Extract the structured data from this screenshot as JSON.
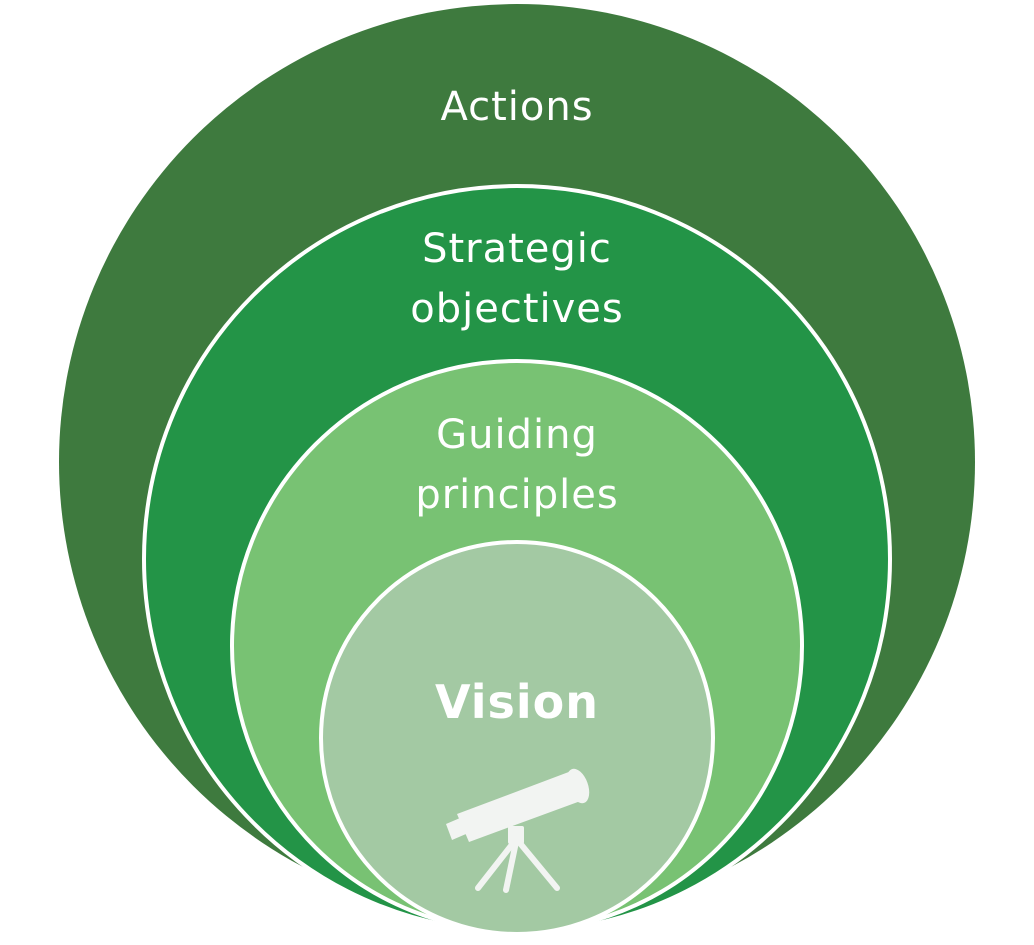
{
  "diagram": {
    "rings": [
      {
        "id": "actions",
        "lines": [
          "Actions"
        ],
        "color": "#3e7a3e"
      },
      {
        "id": "strategic-objectives",
        "lines": [
          "Strategic",
          "objectives"
        ],
        "color": "#239447"
      },
      {
        "id": "guiding-principles",
        "lines": [
          "Guiding",
          "principles"
        ],
        "color": "#78c273"
      },
      {
        "id": "vision",
        "lines": [
          "Vision"
        ],
        "color": "#a3c9a3"
      }
    ],
    "outline_color": "#ffffff",
    "icon": {
      "name": "telescope-icon",
      "color": "#f2f4f2"
    }
  }
}
